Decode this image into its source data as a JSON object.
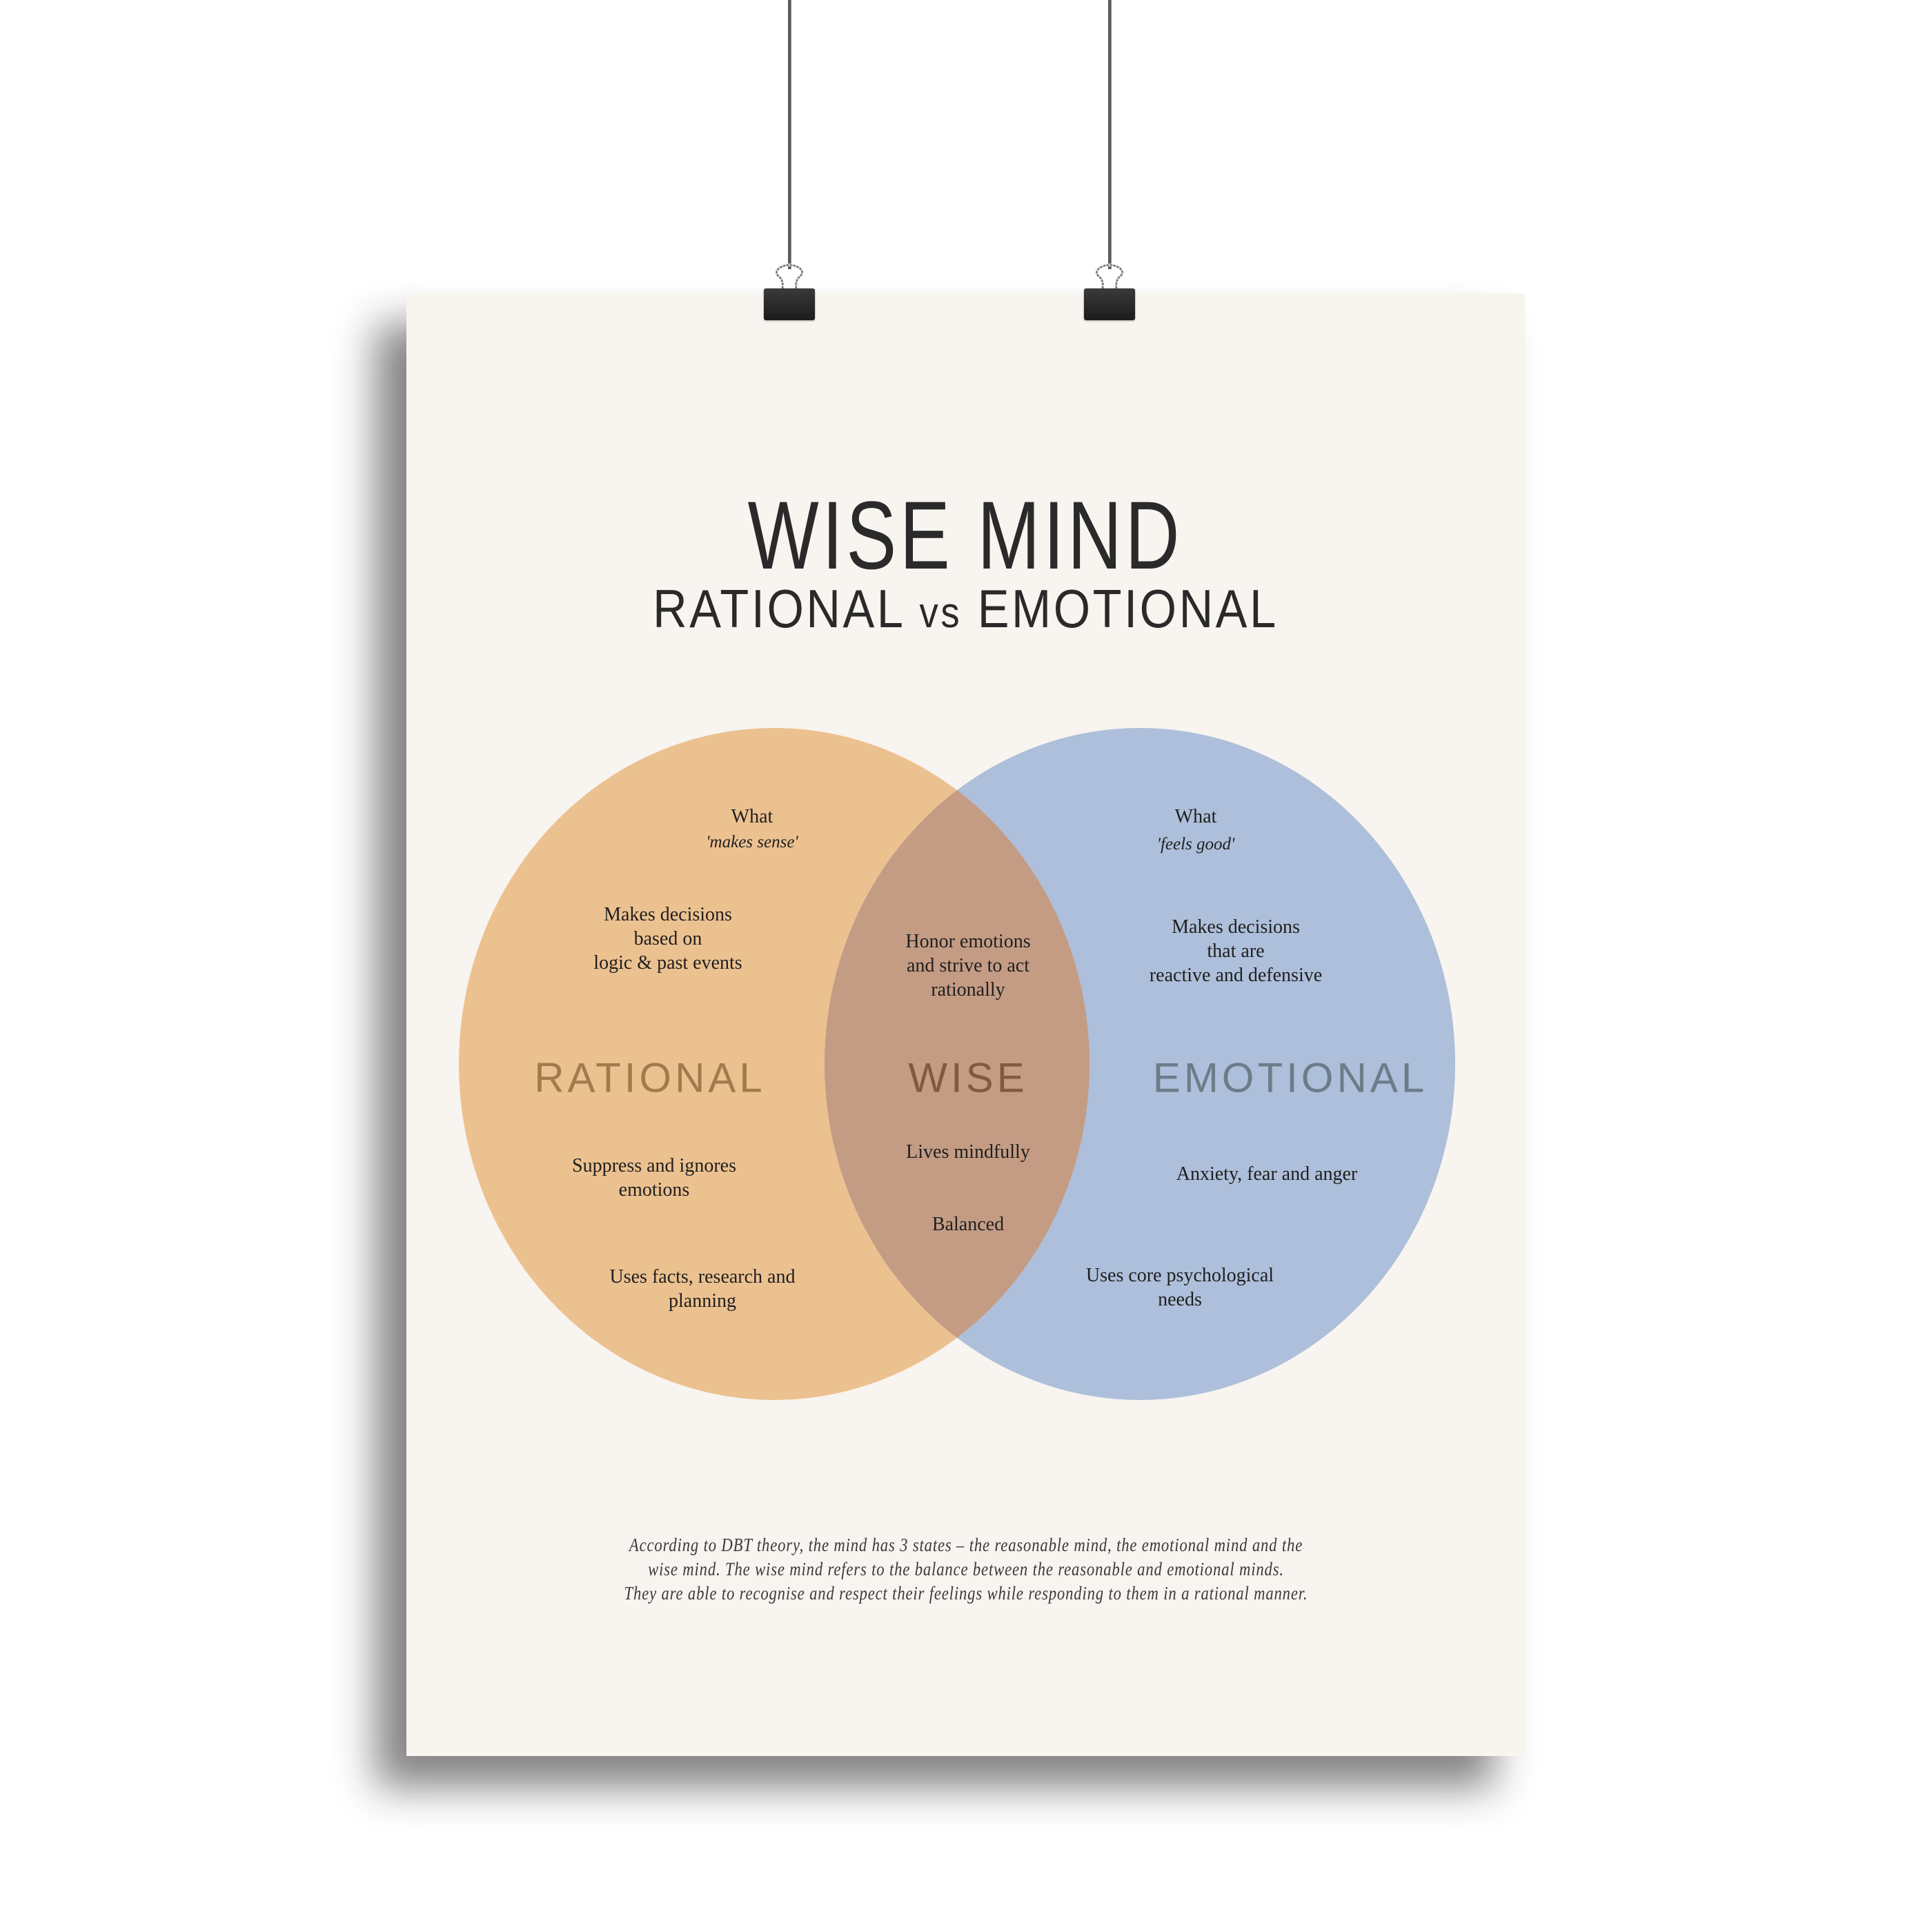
{
  "poster": {
    "title": "WISE MIND",
    "subtitle_left": "RATIONAL",
    "subtitle_vs": "vs",
    "subtitle_right": "EMOTIONAL",
    "background_color": "#f8f4ef"
  },
  "colors": {
    "rational_fill": "#ecc190",
    "emotional_fill": "#adbfda",
    "overlap_fill": "#c49c84",
    "rational_label": "#a37a4e",
    "wise_label": "#84593f",
    "emotional_label": "#6b7d88",
    "text": "#1f1f1f"
  },
  "venn": {
    "rational": {
      "label": "RATIONAL",
      "what_line1": "What",
      "what_line2": "'makes sense'",
      "decisions": [
        "Makes decisions",
        "based on",
        "logic & past events"
      ],
      "suppress": [
        "Suppress and ignores",
        "emotions"
      ],
      "uses": [
        "Uses facts, research and",
        "planning"
      ]
    },
    "wise": {
      "label": "WISE",
      "honor": [
        "Honor emotions",
        "and strive to act",
        "rationally"
      ],
      "lives": "Lives mindfully",
      "balanced": "Balanced"
    },
    "emotional": {
      "label": "EMOTIONAL",
      "what_line1": "What",
      "what_line2": "'feels good'",
      "decisions": [
        "Makes decisions",
        "that are",
        "reactive and defensive"
      ],
      "anxiety": "Anxiety, fear and anger",
      "uses": [
        "Uses core psychological",
        "needs"
      ]
    }
  },
  "footer": {
    "lines": [
      "According to DBT theory, the mind has 3 states – the reasonable mind, the emotional mind and the",
      "wise mind. The wise mind refers to the balance between the reasonable and emotional minds.",
      "They are able to recognise and respect their feelings while responding to them in a rational manner."
    ]
  }
}
